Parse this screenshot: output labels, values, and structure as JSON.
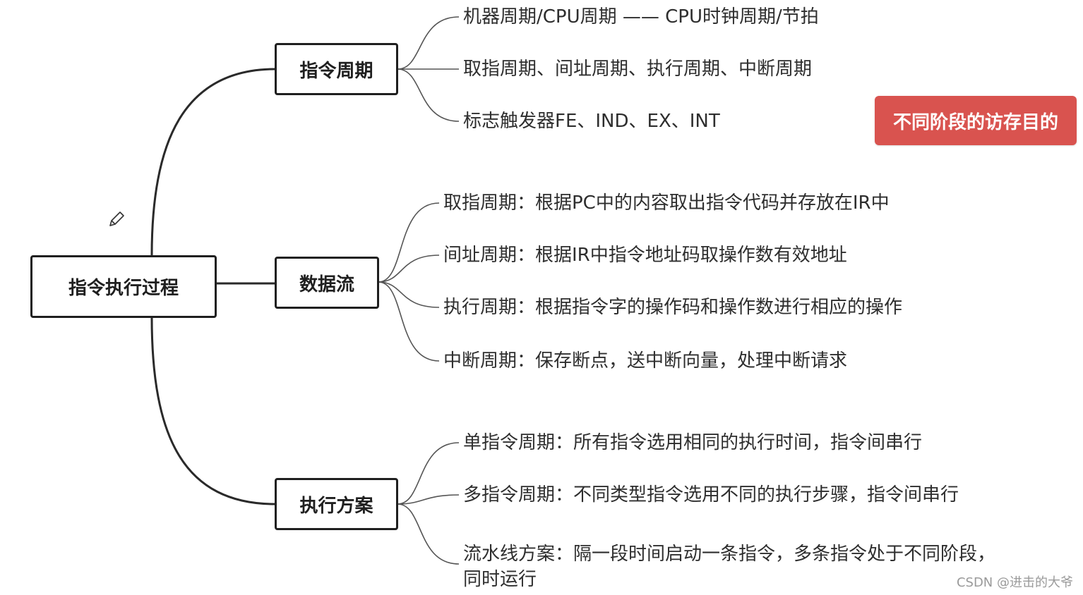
{
  "root": {
    "label": "指令执行过程"
  },
  "branches": [
    {
      "label": "指令周期",
      "items": [
        "机器周期/CPU周期 —— CPU时钟周期/节拍",
        "取指周期、间址周期、执行周期、中断周期",
        "标志触发器FE、IND、EX、INT"
      ]
    },
    {
      "label": "数据流",
      "items": [
        "取指周期：根据PC中的内容取出指令代码并存放在IR中",
        "间址周期：根据IR中指令地址码取操作数有效地址",
        "执行周期：根据指令字的操作码和操作数进行相应的操作",
        "中断周期：保存断点，送中断向量，处理中断请求"
      ]
    },
    {
      "label": "执行方案",
      "items": [
        "单指令周期：所有指令选用相同的执行时间，指令间串行",
        "多指令周期：不同类型指令选用不同的执行步骤，指令间串行",
        "流水线方案：隔一段时间启动一条指令，多条指令处于不同阶段，同时运行"
      ]
    }
  ],
  "badge": {
    "label": "不同阶段的访存目的",
    "color": "#d9534f"
  },
  "watermark": "CSDN @进击的大爷",
  "icons": {
    "pencil": "pencil-icon"
  }
}
